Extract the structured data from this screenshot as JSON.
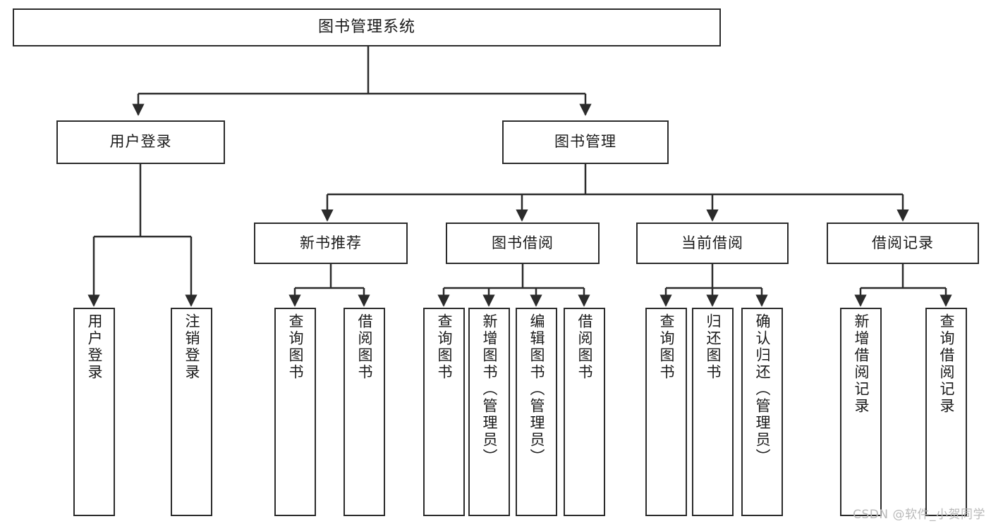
{
  "diagram": {
    "type": "tree",
    "title": "图书管理系统",
    "stroke_color": "#2b2b2b",
    "fill_color": "#ffffff",
    "nodes": {
      "root": {
        "label": "图书管理系统"
      },
      "level2": [
        {
          "id": "user-login",
          "label": "用户登录"
        },
        {
          "id": "book-management",
          "label": "图书管理"
        }
      ],
      "level3": [
        {
          "id": "new-book-recommend",
          "label": "新书推荐"
        },
        {
          "id": "book-borrow",
          "label": "图书借阅"
        },
        {
          "id": "current-borrow",
          "label": "当前借阅"
        },
        {
          "id": "borrow-record",
          "label": "借阅记录"
        }
      ],
      "leaves": [
        {
          "id": "user-login-action",
          "label": "用户登录",
          "parent": "user-login"
        },
        {
          "id": "user-logout-action",
          "label": "注销登录",
          "parent": "user-login"
        },
        {
          "id": "query-book-recommend",
          "label": "查询图书",
          "parent": "new-book-recommend"
        },
        {
          "id": "borrow-book-recommend",
          "label": "借阅图书",
          "parent": "new-book-recommend"
        },
        {
          "id": "query-book-borrow",
          "label": "查询图书",
          "parent": "book-borrow"
        },
        {
          "id": "add-book-admin",
          "label": "新增图书（管理员）",
          "parent": "book-borrow"
        },
        {
          "id": "edit-book-admin",
          "label": "编辑图书（管理员）",
          "parent": "book-borrow"
        },
        {
          "id": "borrow-book",
          "label": "借阅图书",
          "parent": "book-borrow"
        },
        {
          "id": "query-book-current",
          "label": "查询图书",
          "parent": "current-borrow"
        },
        {
          "id": "return-book",
          "label": "归还图书",
          "parent": "current-borrow"
        },
        {
          "id": "confirm-return-admin",
          "label": "确认归还（管理员）",
          "parent": "current-borrow"
        },
        {
          "id": "add-borrow-record",
          "label": "新增借阅记录",
          "parent": "borrow-record"
        },
        {
          "id": "query-borrow-record",
          "label": "查询借阅记录",
          "parent": "borrow-record"
        }
      ]
    }
  },
  "watermark": {
    "text": "CSDN @软件_小贺同学"
  }
}
